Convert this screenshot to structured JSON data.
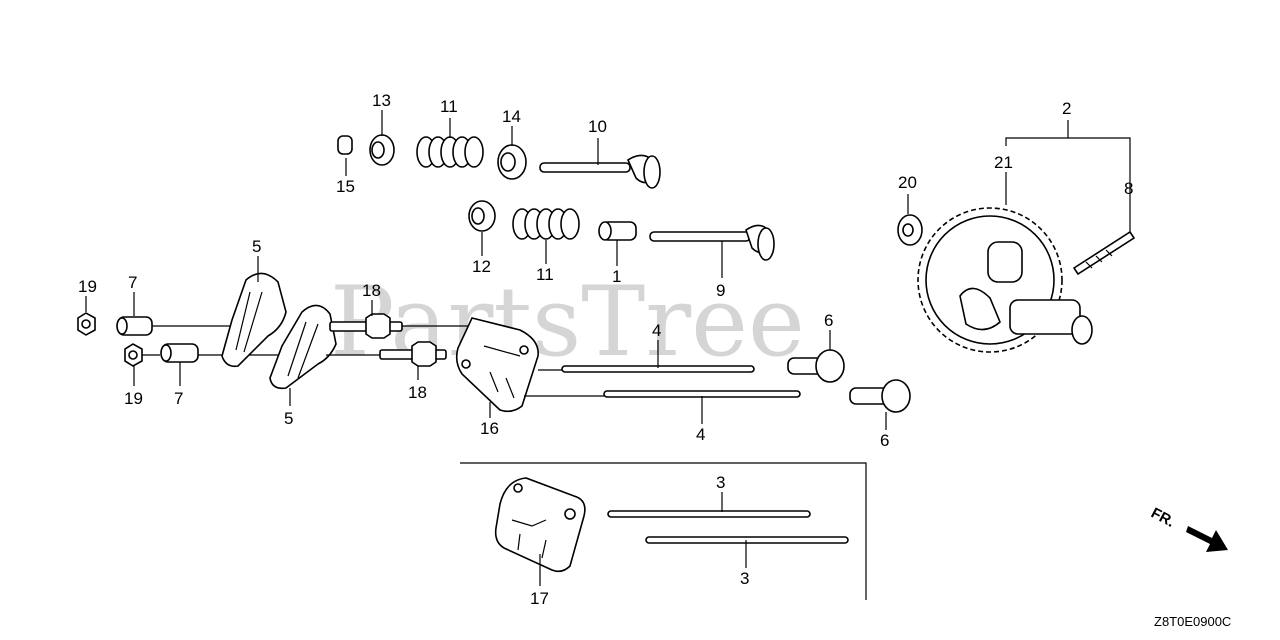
{
  "watermark": "PartsTree",
  "diagram_code": "Z8T0E0900C",
  "front_indicator": "FR.",
  "callouts": {
    "c1": "1",
    "c2": "2",
    "c3a": "3",
    "c3b": "3",
    "c4a": "4",
    "c4b": "4",
    "c5a": "5",
    "c5b": "5",
    "c6a": "6",
    "c6b": "6",
    "c7a": "7",
    "c7b": "7",
    "c8": "8",
    "c9": "9",
    "c10": "10",
    "c11a": "11",
    "c11b": "11",
    "c12": "12",
    "c13": "13",
    "c14": "14",
    "c15": "15",
    "c16": "16",
    "c17": "17",
    "c18a": "18",
    "c18b": "18",
    "c19a": "19",
    "c19b": "19",
    "c20": "20",
    "c21": "21"
  }
}
